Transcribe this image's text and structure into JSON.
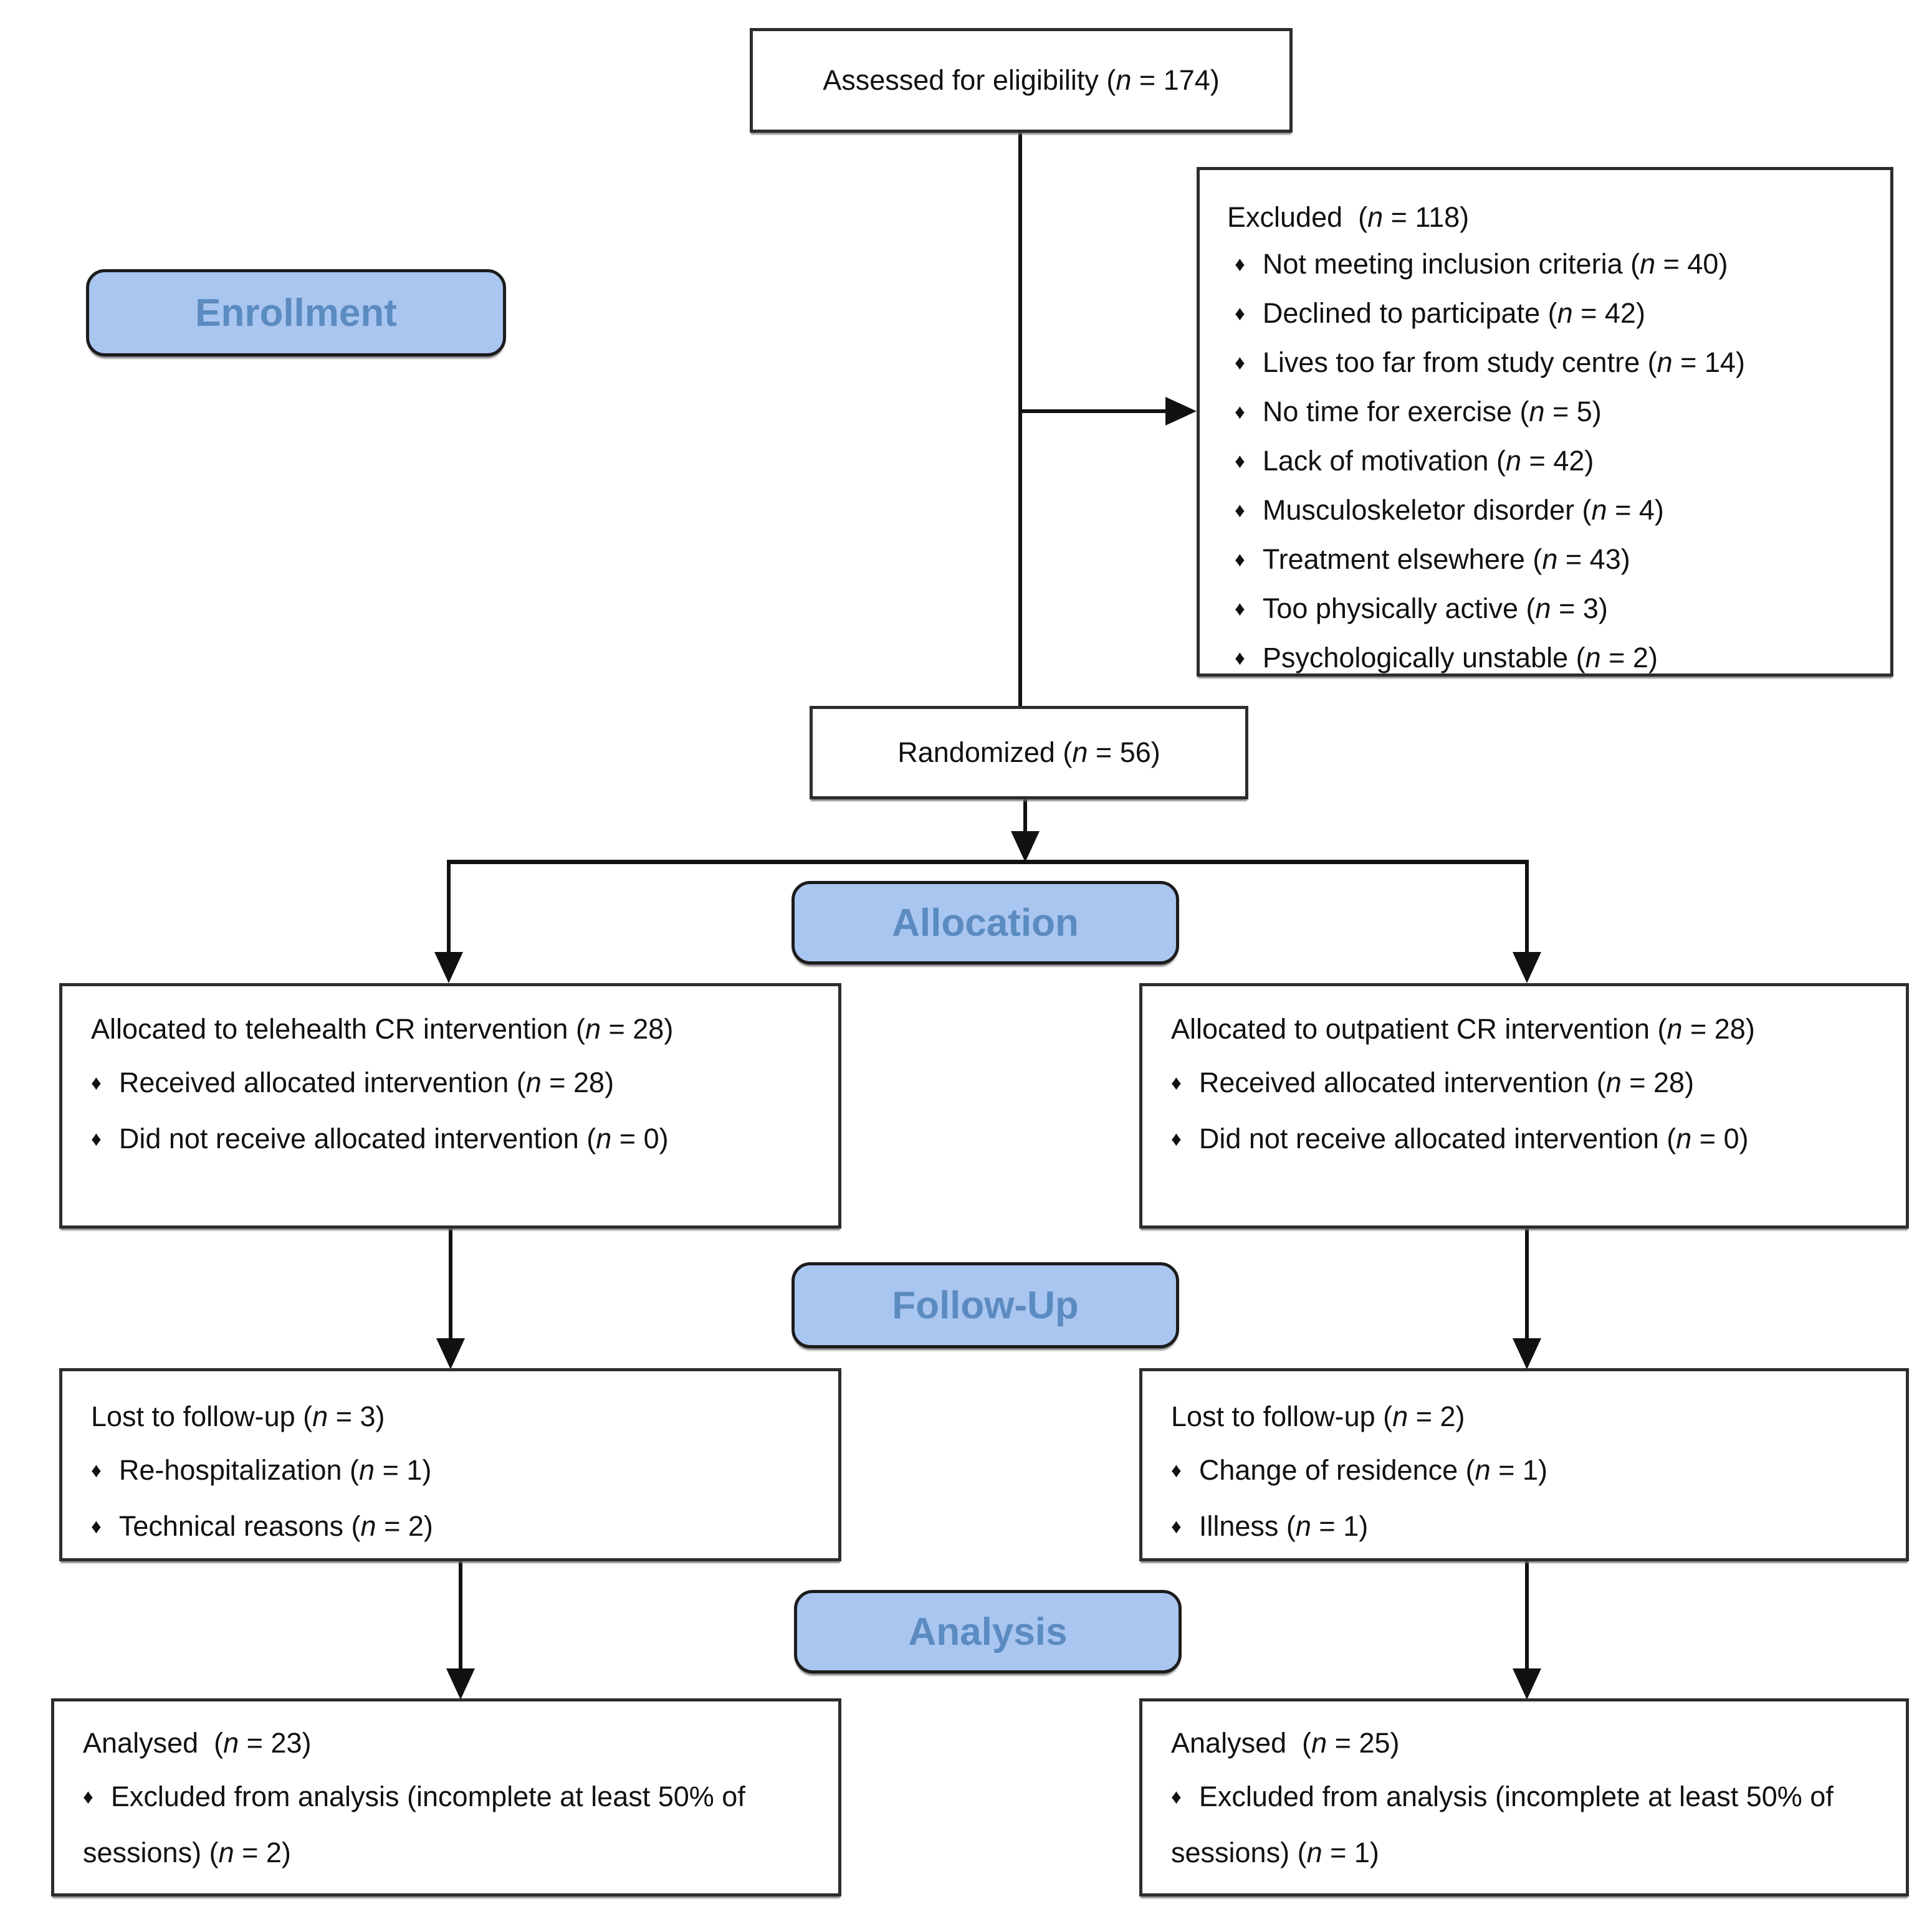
{
  "diagram": {
    "title_semantic": "CONSORT participant flow diagram",
    "bullet_glyph": "♦",
    "colors": {
      "stage_fill": "#a9c6f0",
      "stage_text": "#5b8bc0",
      "box_border": "#2d2d2d",
      "line": "#111111"
    },
    "stage_labels": {
      "enrollment": "Enrollment",
      "allocation": "Allocation",
      "followup": "Follow-Up",
      "analysis": "Analysis"
    },
    "boxes": {
      "assessed": {
        "text": "Assessed for eligibility (n = 174)"
      },
      "excluded": {
        "title": "Excluded  (n = 118)",
        "items": [
          "Not meeting inclusion criteria (n = 40)",
          "Declined to participate (n = 42)",
          "Lives too far from study centre (n = 14)",
          "No time for exercise (n = 5)",
          "Lack of motivation (n = 42)",
          "Musculoskeletor disorder (n = 4)",
          "Treatment elsewhere (n = 43)",
          "Too physically active (n = 3)",
          "Psychologically unstable (n = 2)"
        ]
      },
      "randomized": {
        "text": "Randomized (n = 56)"
      },
      "alloc_left": {
        "title": "Allocated to telehealth CR intervention (n = 28)",
        "items": [
          "Received allocated intervention (n = 28)",
          "Did not receive allocated intervention (n = 0)"
        ]
      },
      "alloc_right": {
        "title": "Allocated to outpatient CR intervention (n = 28)",
        "items": [
          "Received allocated intervention (n = 28)",
          "Did not receive allocated intervention (n = 0)"
        ]
      },
      "followup_left": {
        "title": "Lost to follow-up (n = 3)",
        "items": [
          "Re-hospitalization (n = 1)",
          "Technical reasons (n = 2)"
        ]
      },
      "followup_right": {
        "title": "Lost to follow-up (n = 2)",
        "items": [
          "Change of residence (n = 1)",
          "Illness (n = 1)"
        ]
      },
      "analysis_left": {
        "title": "Analysed  (n = 23)",
        "items": [
          "Excluded from analysis (incomplete at least 50% of sessions) (n = 2)"
        ]
      },
      "analysis_right": {
        "title": "Analysed  (n = 25)",
        "items": [
          "Excluded from analysis (incomplete at least 50% of sessions) (n = 1)"
        ]
      }
    }
  }
}
